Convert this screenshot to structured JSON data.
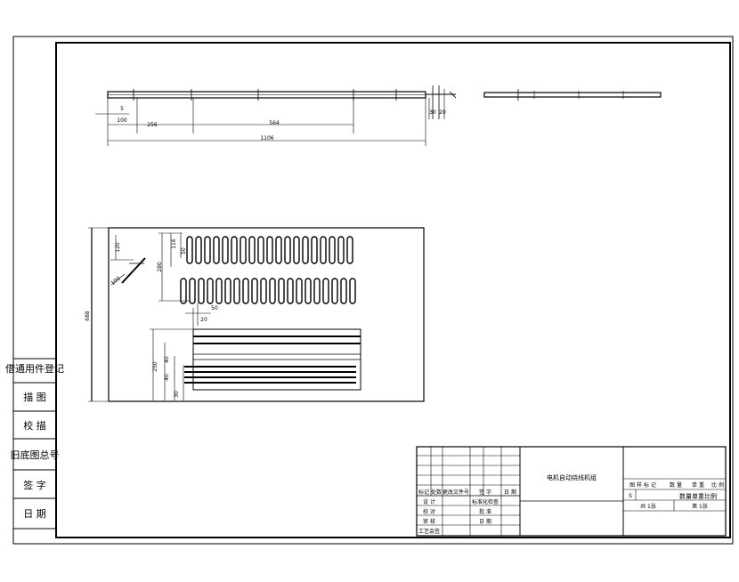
{
  "colors": {
    "line": "#000000",
    "paper": "#ffffff"
  },
  "side_panel": {
    "items": [
      "借通用件登记",
      "描 图",
      "校 描",
      "旧底图总号",
      "签 字",
      "日 期"
    ]
  },
  "top_view": {
    "dimensions": {
      "small": "5",
      "left": "100",
      "gap": "256",
      "middle": "564",
      "total": "1106",
      "height_a": "30",
      "height_b": "20"
    }
  },
  "plan_view": {
    "dimensions": {
      "overall_height": "688",
      "top_offset": "120",
      "diagonal": "100",
      "slot_top": "116",
      "slot_small": "50",
      "slot_pitch": "280",
      "mid_a": "50",
      "mid_b": "20",
      "lower_height": "250",
      "lower_a": "40",
      "lower_b": "40",
      "lower_c": "30"
    }
  },
  "title_block": {
    "drawing_name": "电机自动绕线机组",
    "revision_headers": [
      "标记",
      "处数",
      "更改文件号",
      "签 字",
      "日 期"
    ],
    "roles": [
      "设 计",
      "校 对",
      "审 核",
      "工艺会签"
    ],
    "role_fields": [
      "标准化检查",
      "批 准",
      "日 期"
    ],
    "right_headers": [
      "图 样 标 记",
      "数 量",
      "单 重",
      "比 例"
    ],
    "stage": "S",
    "quantity": "数量单重比例",
    "sheets_total": "共 1张",
    "sheet_current": "第 1张"
  }
}
